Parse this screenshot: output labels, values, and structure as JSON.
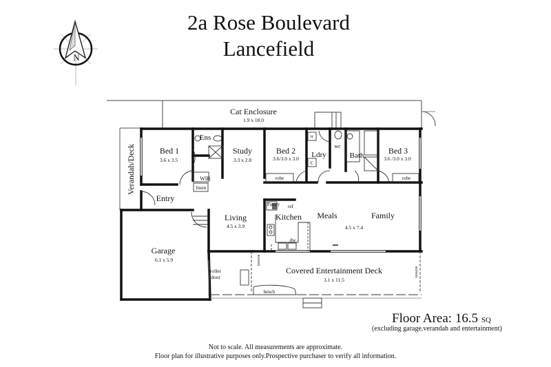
{
  "header": {
    "address_line1": "2a Rose Boulevard",
    "address_line2": "Lancefield"
  },
  "compass": {
    "icon": "north-arrow-icon",
    "label": "N"
  },
  "rooms": {
    "cat_enclosure": {
      "name": "Cat Enclosure",
      "size": "1.9 x 18.0"
    },
    "verandah": {
      "name": "Verandah/Deck"
    },
    "bed1": {
      "name": "Bed 1",
      "size": "3.6 x 3.5"
    },
    "ens": {
      "name": "Ens"
    },
    "wir": {
      "name": "WIR"
    },
    "linen": {
      "name": "linen"
    },
    "study": {
      "name": "Study",
      "size": "3.3 x 2.8"
    },
    "bed2": {
      "name": "Bed 2",
      "size": "3.6/3.0 x 3.0",
      "robe": "robe"
    },
    "ldry": {
      "name": "Ldry",
      "tr": "tr",
      "c": "C"
    },
    "wc": {
      "name": "wc"
    },
    "bath": {
      "name": "Bath"
    },
    "bed3": {
      "name": "Bed 3",
      "size": "3.6 /3.0 x 3.0",
      "robe": "robe"
    },
    "entry": {
      "name": "Entry"
    },
    "living": {
      "name": "Living",
      "size": "4.5 x 3.9"
    },
    "pantry": {
      "name": "Pantry"
    },
    "ref": {
      "name": "ref"
    },
    "kitchen": {
      "name": "Kitchen",
      "dw": "dw"
    },
    "meals": {
      "name": "Meals"
    },
    "family": {
      "name": "Family",
      "size": "4.5 x 7.4"
    },
    "garage": {
      "name": "Garage",
      "size": "6.1 x 5.9",
      "roller": "roller",
      "door": "door"
    },
    "deck": {
      "name": "Covered Entertainment Deck",
      "size": "3.1 x 11.5",
      "bench": "bench",
      "screen_left": "screen",
      "screen_right": "screen"
    }
  },
  "floor_area": {
    "label": "Floor Area: 16.5",
    "unit": "SQ",
    "note": "(excluding garage,verandah and entertainment)"
  },
  "disclaimer": {
    "line1": "Not to scale. All measurements are approximate.",
    "line2": "Floor plan for illustrative purposes only.Prospective purchaser to verify all information."
  }
}
